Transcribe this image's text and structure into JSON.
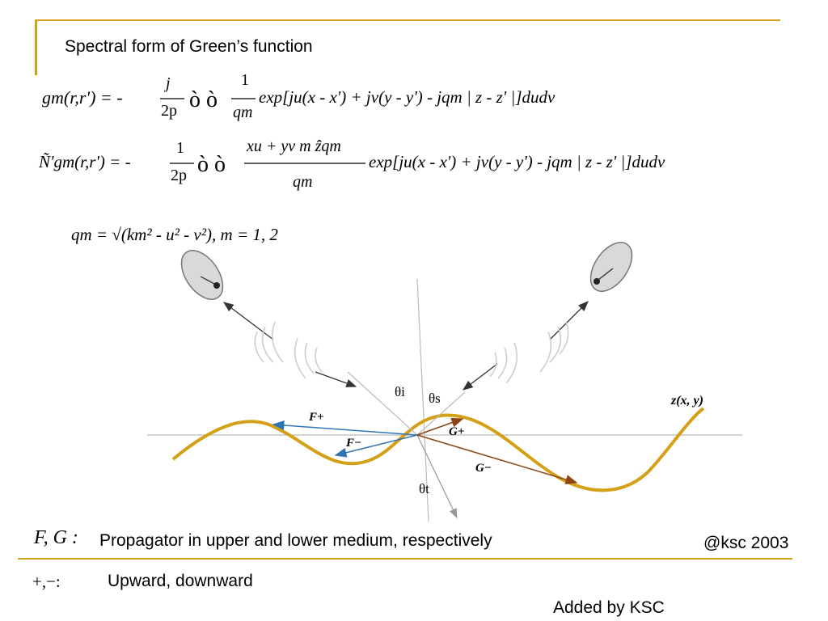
{
  "slide": {
    "title": "Spectral form of Green’s function"
  },
  "equations": {
    "eq1_lhs": "gm(r,r') = -",
    "eq1_frac1_num": "j",
    "eq1_frac1_den": "2p",
    "eq1_integrals": "ò ò",
    "eq1_frac2_num": "1",
    "eq1_frac2_den": "qm",
    "eq1_rhs": "exp[ju(x - x') + jv(y - y') - jqm | z - z' |]dudv",
    "eq2_lhs": "Ñ'gm(r,r') = -",
    "eq2_frac1_num": "1",
    "eq2_frac1_den": "2p",
    "eq2_integrals": "ò ò",
    "eq2_frac2_num": "xu + yv m ẑqm",
    "eq2_frac2_den": "qm",
    "eq2_rhs": "exp[ju(x - x') + jv(y - y') - jqm | z - z' |]dudv",
    "eq3": "qm = √(km² - u² - v²), m = 1, 2"
  },
  "diagram": {
    "theta_i": "θi",
    "theta_s": "θs",
    "theta_t": "θt",
    "f_plus": "F+",
    "f_minus": "F−",
    "g_plus": "G+",
    "g_minus": "G−",
    "surface_label": "z(x, y)",
    "surface_color": "#d4a017",
    "f_arrow_color": "#2e75b6",
    "g_arrow_color": "#8b4513"
  },
  "footer": {
    "fg_symbol": "F, G :",
    "fg_description": "Propagator in upper and lower medium, respectively",
    "credit": "@ksc 2003",
    "pm_symbol": "+,−:",
    "pm_description": "Upward, downward",
    "added_by": "Added by KSC"
  }
}
